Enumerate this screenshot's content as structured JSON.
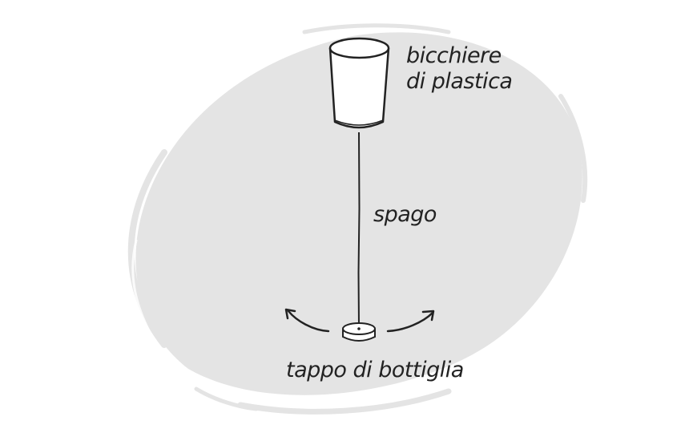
{
  "diagram": {
    "labels": {
      "cup": [
        "bicchiere",
        "di plastica"
      ],
      "string": "spago",
      "cap": "tappo di bottiglia"
    },
    "colors": {
      "background_blob": "#e4e4e4",
      "ink": "#222222",
      "paper": "#ffffff"
    },
    "icons": {
      "cup": "plastic-cup-icon",
      "string": "string-line-icon",
      "cap": "bottle-cap-icon",
      "left_arrow": "curved-arrow-left-icon",
      "right_arrow": "curved-arrow-right-icon"
    }
  }
}
